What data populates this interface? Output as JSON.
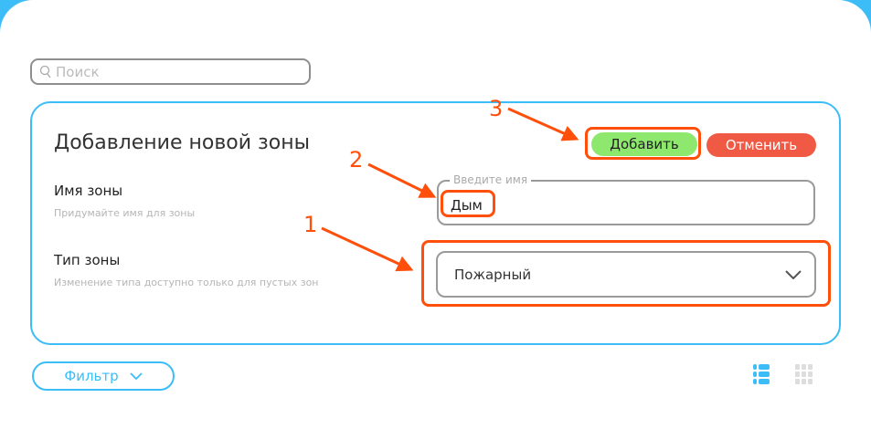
{
  "search": {
    "placeholder": "Поиск"
  },
  "form": {
    "title": "Добавление новой зоны",
    "add_label": "Добавить",
    "cancel_label": "Отменить",
    "name_label": "Имя зоны",
    "name_hint": "Придумайте имя для зоны",
    "name_field_legend": "Введите имя",
    "name_value": "Дым",
    "type_label": "Тип зоны",
    "type_hint": "Изменение типа доступно только для пустых зон",
    "type_value": "Пожарный"
  },
  "filter": {
    "label": "Фильтр"
  },
  "annotations": [
    "1",
    "2",
    "3"
  ],
  "colors": {
    "accent": "#3dbdf7",
    "add": "#8fe86e",
    "cancel": "#f05a45",
    "annotation": "#ff4f0a"
  }
}
